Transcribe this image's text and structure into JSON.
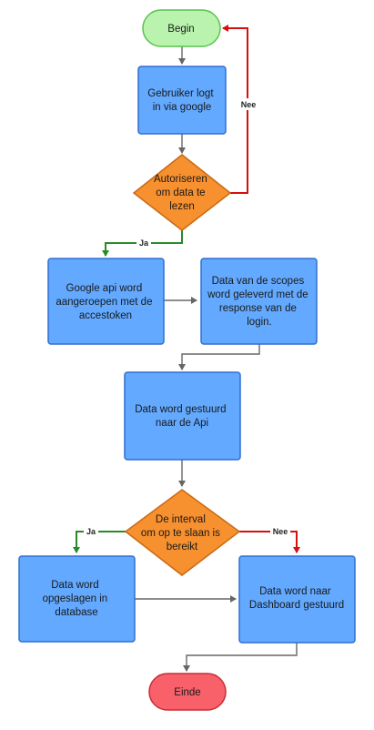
{
  "diagram": {
    "nodes": {
      "begin": {
        "label": "Begin",
        "fill": "#b9f3ad",
        "stroke": "#5cc24f"
      },
      "login": {
        "label": "Gebruiker logt in via google",
        "fill": "#62a9ff",
        "stroke": "#2f6fd0"
      },
      "authorize": {
        "label": "Autoriseren om data te lezen",
        "fill": "#f7902f",
        "stroke": "#c96a14"
      },
      "google_api": {
        "label": "Google api word aangeroepen met de accestoken",
        "fill": "#62a9ff",
        "stroke": "#2f6fd0"
      },
      "scopes": {
        "label": "Data van de scopes word geleverd met de response van de login.",
        "fill": "#62a9ff",
        "stroke": "#2f6fd0"
      },
      "send_api": {
        "label": "Data word gestuurd naar de Api",
        "fill": "#62a9ff",
        "stroke": "#2f6fd0"
      },
      "interval": {
        "label": "De interval om op te slaan is bereikt",
        "fill": "#f7902f",
        "stroke": "#c96a14"
      },
      "db": {
        "label": "Data word opgeslagen in database",
        "fill": "#62a9ff",
        "stroke": "#2f6fd0"
      },
      "dashboard": {
        "label": "Data word naar Dashboard gestuurd",
        "fill": "#62a9ff",
        "stroke": "#2f6fd0"
      },
      "end": {
        "label": "Einde",
        "fill": "#f8606a",
        "stroke": "#c92d37"
      }
    },
    "edges": {
      "auth_no": {
        "label": "Nee",
        "color": "#d60f0f"
      },
      "auth_yes": {
        "label": "Ja",
        "color": "#2a8a2a"
      },
      "interval_yes": {
        "label": "Ja",
        "color": "#2a8a2a"
      },
      "interval_no": {
        "label": "Nee",
        "color": "#d60f0f"
      },
      "default_color": "#666666"
    }
  }
}
